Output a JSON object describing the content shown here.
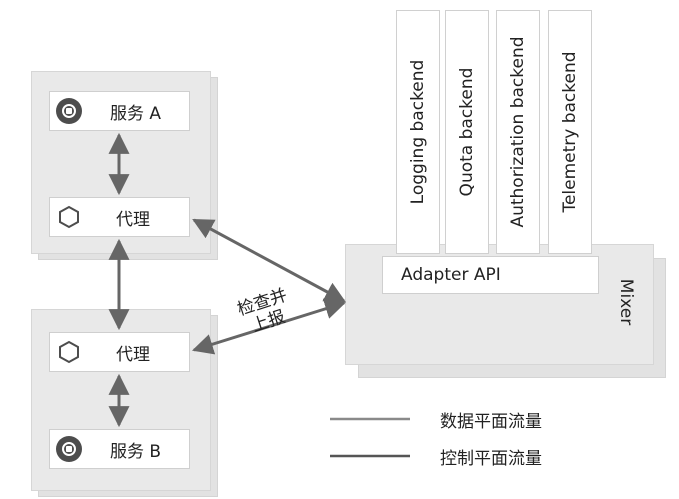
{
  "services": {
    "a": {
      "label": "服务 A",
      "icon": "service-chip-icon"
    },
    "b": {
      "label": "服务 B",
      "icon": "service-chip-icon"
    }
  },
  "proxies": {
    "top": {
      "label": "代理",
      "icon": "hexagon-icon"
    },
    "bottom": {
      "label": "代理",
      "icon": "hexagon-icon"
    }
  },
  "backends": [
    "Logging backend",
    "Quota backend",
    "Authorization backend",
    "Telemetry backend"
  ],
  "mixer": {
    "adapter_label": "Adapter API",
    "label": "Mixer"
  },
  "annotation": {
    "line1": "检查并",
    "line2": "上报"
  },
  "legend": [
    {
      "label": "数据平面流量"
    },
    {
      "label": "控制平面流量"
    }
  ],
  "colors": {
    "panel": "#e9e9e9",
    "arrow": "#666666",
    "icon": "#4d4d4d"
  }
}
